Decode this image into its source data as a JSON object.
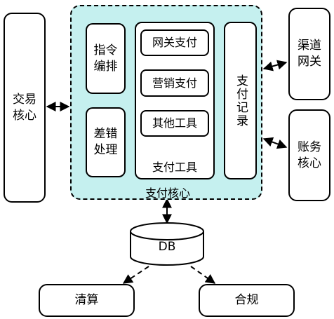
{
  "nodes": {
    "trade_core": "交易\n核心",
    "pay_core": "支付核心",
    "instruction_orchestration": "指令\n编排",
    "diff_handling": "差错\n处理",
    "pay_tools": "支付工具",
    "gateway_pay": "网关支付",
    "marketing_pay": "营销支付",
    "other_tools": "其他工具",
    "pay_records": "支付记录",
    "channel_gateway": "渠道\n网关",
    "account_core": "账务\n核心",
    "db": "DB",
    "clearing": "清算",
    "compliance": "合规"
  },
  "colors": {
    "region_fill": "#c5f0ef",
    "border": "#000000",
    "box_fill": "#ffffff"
  }
}
